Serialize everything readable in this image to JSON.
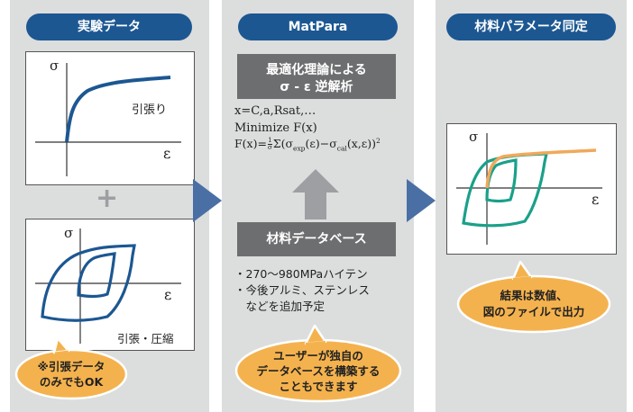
{
  "panels": [
    {
      "title": "実験データ"
    },
    {
      "title": "MatPara"
    },
    {
      "title": "材料パラメータ同定"
    }
  ],
  "experiment": {
    "tension_chart": {
      "y_symbol": "σ",
      "x_symbol": "ε",
      "label": "引張り"
    },
    "plus_symbol": "+",
    "cyclic_chart": {
      "y_symbol": "σ",
      "x_symbol": "ε",
      "label": "引張・圧縮"
    },
    "note_bubble": [
      "※引張データ",
      "のみでもOK"
    ]
  },
  "matpara": {
    "optimization_header": [
      "最適化理論による",
      "σ - ε 逆解析"
    ],
    "params_line": "x=C,a,Rsat,…",
    "minimize_line": "Minimize F(x)",
    "objective": {
      "lhs": "F(x)=",
      "frac_num": "1",
      "frac_den": "σ",
      "sum": "Σ",
      "open": "(",
      "sigma1": "σ",
      "sub1": "exp",
      "mid1": "(ε)−",
      "sigma2": "σ",
      "sub2": "cal",
      "mid2": "(x,ε))",
      "power": "2"
    },
    "database_header": "材料データベース",
    "database_items": [
      "・270～980MPaハイテン",
      "・今後アルミ、ステンレス",
      "　などを追加予定"
    ],
    "bubble": [
      "ユーザーが独自の",
      "データベースを構築する",
      "こともできます"
    ]
  },
  "identification": {
    "chart": {
      "y_symbol": "σ",
      "x_symbol": "ε"
    },
    "bubble": [
      "結果は数値、",
      "図のファイルで出力"
    ]
  },
  "colors": {
    "panel_bg": "#dcdddd",
    "pill": "#1c5792",
    "curve_blue": "#1c5792",
    "curve_teal": "#1aa08a",
    "curve_orange": "#f0a95a",
    "bubble": "#f4b24e",
    "arrow": "#4a6fa5",
    "gray_box": "#6d6e70"
  }
}
